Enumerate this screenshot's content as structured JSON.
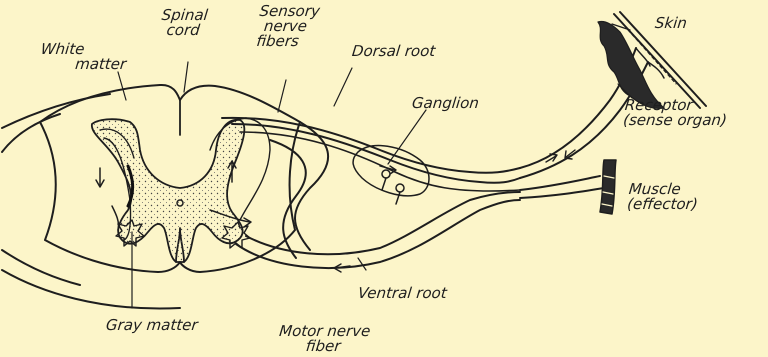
{
  "labels": {
    "spinal_cord": [
      "Spinal",
      "cord"
    ],
    "white_matter": [
      "White",
      "matter"
    ],
    "sensory_nerve_fibers": [
      "Sensory",
      "nerve",
      "fibers"
    ],
    "dorsal_root": "Dorsal root",
    "ganglion": "Ganglion",
    "skin": "Skin",
    "receptor": [
      "Receptor",
      "(sense organ)"
    ],
    "muscle": [
      "Muscle",
      "(effector)"
    ],
    "ventral_root": "Ventral root",
    "gray_matter": "Gray matter",
    "motor_nerve_fiber": [
      "Motor nerve",
      "fiber"
    ]
  },
  "colors": {
    "background": "#fcf5c9",
    "ink": "#1e1e1e"
  }
}
